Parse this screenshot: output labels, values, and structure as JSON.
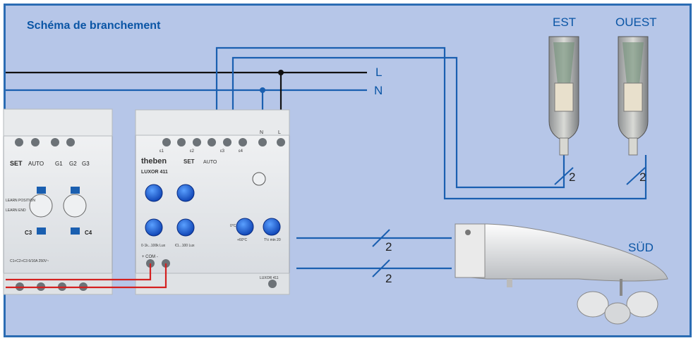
{
  "diagram": {
    "title": "Schéma de branchement",
    "wires": {
      "line": "L",
      "neutral": "N"
    },
    "sensors": {
      "east": "EST",
      "west": "OUEST",
      "south": "SÜD"
    },
    "conductor_counts": {
      "east": "2",
      "west": "2",
      "south_top": "2",
      "south_bottom": "2"
    },
    "module_left": {
      "label_set": "SET",
      "label_auto": "AUTO",
      "channels": [
        "G1",
        "G2",
        "G3"
      ],
      "buttons": [
        "C3",
        "C4"
      ],
      "rating": "C1+C2+C3 6/10A 250V~",
      "mode_labels": [
        "LEARN POSITION",
        "LEARN END"
      ]
    },
    "module_main": {
      "brand": "theben",
      "model": "LUXOR 411",
      "label_set": "SET",
      "label_auto": "AUTO",
      "terminals": [
        "ε1",
        "ε2",
        "ε3",
        "ε4",
        "N",
        "L"
      ],
      "knob_ranges": [
        "0·1k...100k Lux",
        "€1...100 Lux",
        "0°C",
        "+60°C",
        "T½ min 20"
      ],
      "bus_label": "+ COM -",
      "bottom_label": "LUXOR 411"
    },
    "colors": {
      "wire_blue": "#1a5fb0",
      "wire_black": "#111111",
      "bus_red": "#d42020",
      "frame": "#2b6cb3",
      "background": "#b6c6e8"
    }
  }
}
